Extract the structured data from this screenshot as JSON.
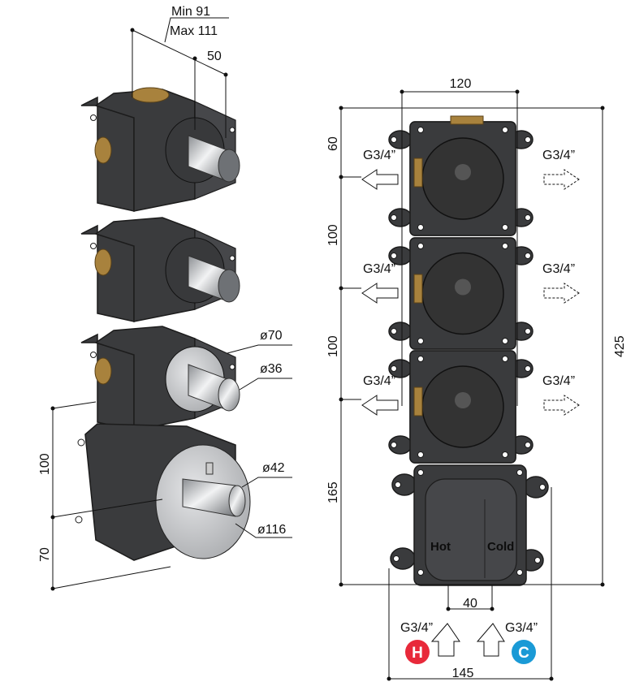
{
  "left_view": {
    "depth_min": "Min 91",
    "depth_max": "Max 111",
    "dim_50": "50",
    "dia_70": "ø70",
    "dia_36": "ø36",
    "dia_42": "ø42",
    "dia_116": "ø116",
    "dim_100": "100",
    "dim_70": "70"
  },
  "front_view": {
    "width_120": "120",
    "dim_60": "60",
    "dim_100_a": "100",
    "dim_100_b": "100",
    "dim_165": "165",
    "height_425": "425",
    "outlets_left": [
      "G3/4”",
      "G3/4”",
      "G3/4”"
    ],
    "outlets_right": [
      "G3/4”",
      "G3/4”",
      "G3/4”"
    ],
    "hot_label": "Hot",
    "cold_label": "Cold",
    "inlet_spacing": "40",
    "inlet_hot": "G3/4”",
    "inlet_cold": "G3/4”",
    "hot_badge": "H",
    "cold_badge": "C",
    "width_145": "145"
  },
  "colors": {
    "body": "#3a3b3d",
    "brass": "#a8823d",
    "hot": "#e8293a",
    "cold": "#1a9ad6",
    "chrome": "#c8cacd"
  }
}
